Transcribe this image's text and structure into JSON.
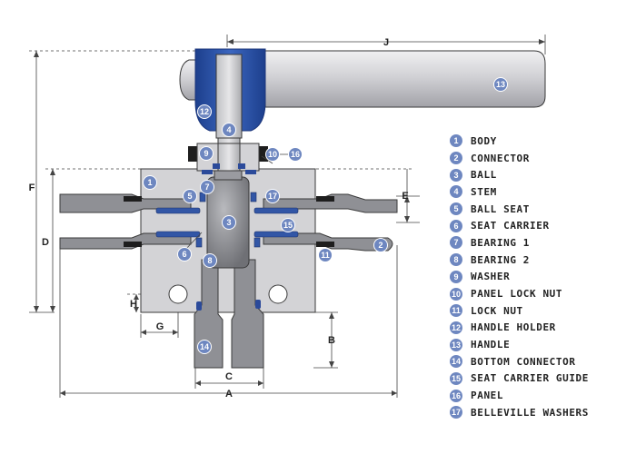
{
  "dimensions": {
    "a": "A",
    "b": "B",
    "c": "C",
    "d": "D",
    "e": "E",
    "f": "F",
    "g": "G",
    "h": "H",
    "j": "J"
  },
  "parts": [
    {
      "num": "1",
      "label": "BODY"
    },
    {
      "num": "2",
      "label": "CONNECTOR"
    },
    {
      "num": "3",
      "label": "BALL"
    },
    {
      "num": "4",
      "label": "STEM"
    },
    {
      "num": "5",
      "label": "BALL SEAT"
    },
    {
      "num": "6",
      "label": "SEAT CARRIER"
    },
    {
      "num": "7",
      "label": "BEARING 1"
    },
    {
      "num": "8",
      "label": "BEARING 2"
    },
    {
      "num": "9",
      "label": "WASHER"
    },
    {
      "num": "10",
      "label": "PANEL LOCK NUT"
    },
    {
      "num": "11",
      "label": "LOCK NUT"
    },
    {
      "num": "12",
      "label": "HANDLE HOLDER"
    },
    {
      "num": "13",
      "label": "HANDLE"
    },
    {
      "num": "14",
      "label": "BOTTOM CONNECTOR"
    },
    {
      "num": "15",
      "label": "SEAT CARRIER GUIDE"
    },
    {
      "num": "16",
      "label": "PANEL"
    },
    {
      "num": "17",
      "label": "BELLEVILLE WASHERS"
    }
  ],
  "callouts": [
    "1",
    "2",
    "3",
    "4",
    "5",
    "6",
    "7",
    "8",
    "9",
    "10",
    "11",
    "12",
    "13",
    "14",
    "15",
    "16",
    "17"
  ],
  "colors": {
    "body": "#d3d3d6",
    "body_shade": "#a8a8ac",
    "dark_part": "#8f9095",
    "handle_holder": "#2b55a8",
    "seal_blue": "#3256a6",
    "callout": "#6e87c0",
    "outline": "#3a3a3a"
  }
}
